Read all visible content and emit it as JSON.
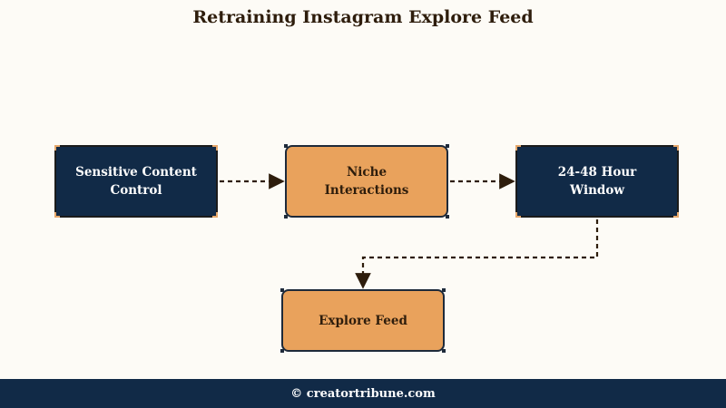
{
  "title": "Retraining Instagram Explore Feed",
  "colors": {
    "background": "#fdfbf6",
    "dark_node": "#112a47",
    "light_node": "#e9a25c",
    "corner_accent": "#e5a76b",
    "arrow": "#2e1d0c"
  },
  "nodes": [
    {
      "id": "sensitive",
      "label": "Sensitive Content\nControl",
      "style": "dark"
    },
    {
      "id": "niche",
      "label": "Niche\nInteractions",
      "style": "light"
    },
    {
      "id": "window",
      "label": "24-48 Hour\nWindow",
      "style": "dark"
    },
    {
      "id": "explore",
      "label": "Explore Feed",
      "style": "light"
    }
  ],
  "edges": [
    {
      "from": "sensitive",
      "to": "niche",
      "line": "dashed"
    },
    {
      "from": "niche",
      "to": "window",
      "line": "dashed"
    },
    {
      "from": "window",
      "to": "explore",
      "line": "dashed"
    }
  ],
  "footer": {
    "text": "© creatortribune.com"
  }
}
